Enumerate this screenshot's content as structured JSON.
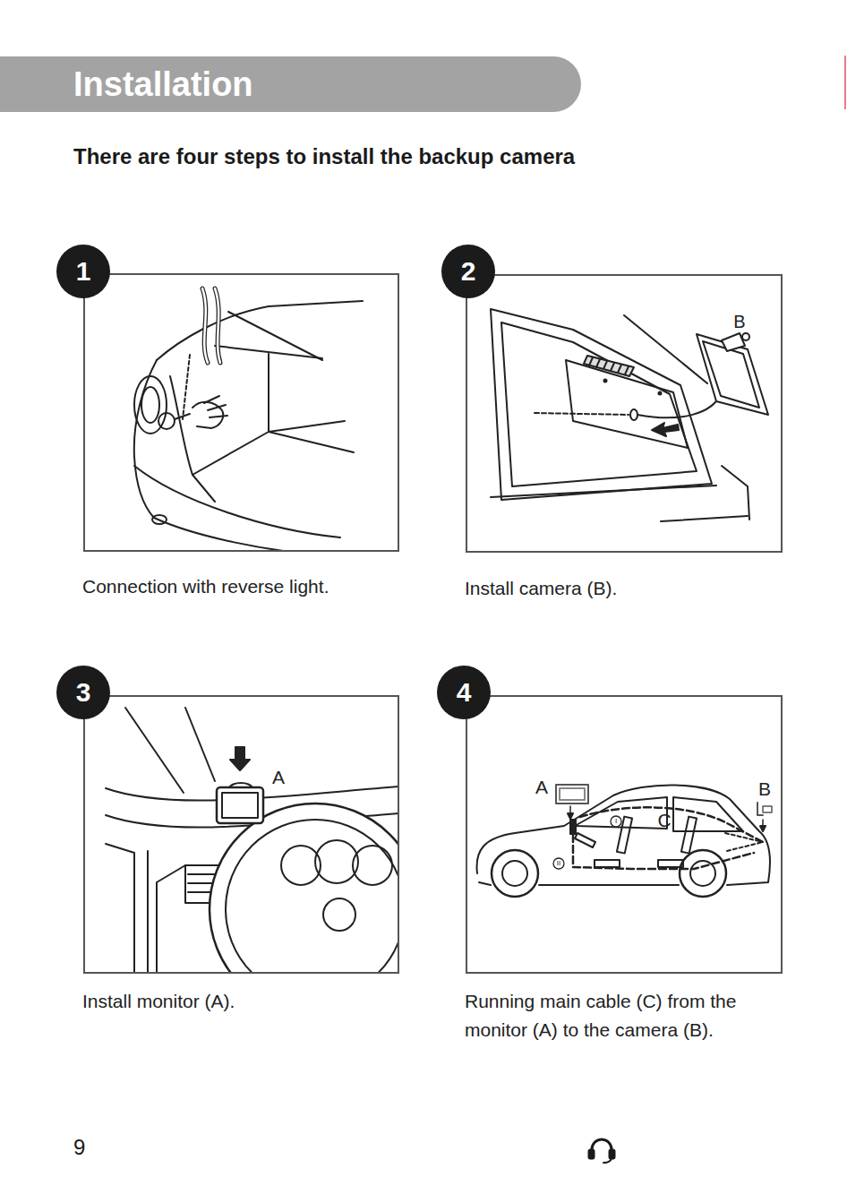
{
  "diagram": {
    "title": "Installation",
    "nodes": [
      {
        "text": [
          "1"
        ]
      },
      {
        "text": [
          "Connection with reverse light."
        ]
      },
      {
        "text": [
          "2"
        ]
      },
      {
        "text": [
          "Install camera (B)."
        ]
      },
      {
        "text": [
          "3"
        ]
      },
      {
        "text": [
          "Install monitor (A)."
        ]
      },
      {
        "text": [
          "4"
        ]
      },
      {
        "text": [
          "Running main cable (C) from the monitor (A) to the camera (B)."
        ]
      }
    ],
    "labels": [
      "There are four steps to install the backup camera",
      "B",
      "A",
      "A",
      "B",
      "I",
      "C",
      "II",
      "9"
    ]
  }
}
